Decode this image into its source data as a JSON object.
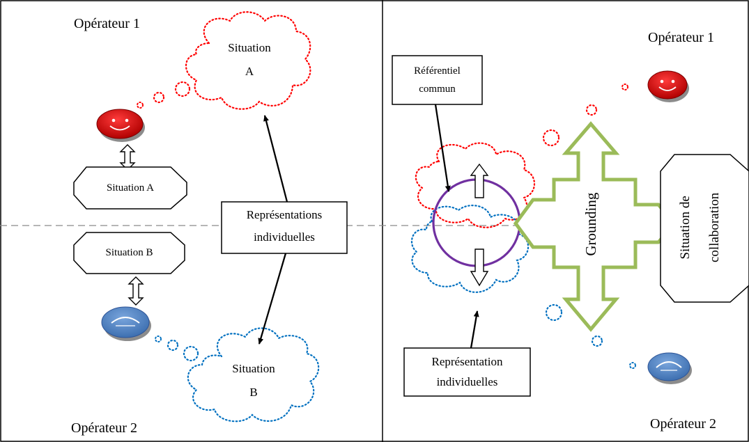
{
  "left_panel": {
    "operator_top": "Opérateur 1",
    "operator_bottom": "Opérateur 2",
    "cloud_top_line1": "Situation",
    "cloud_top_line2": "A",
    "cloud_bottom_line1": "Situation",
    "cloud_bottom_line2": "B",
    "octagon_a": "Situation A",
    "octagon_b": "Situation B",
    "representations_line1": "Représentations",
    "representations_line2": "individuelles"
  },
  "right_panel": {
    "operator_top": "Opérateur 1",
    "operator_bottom": "Opérateur 2",
    "referentiel_line1": "Référentiel",
    "referentiel_line2": "commun",
    "representation_line1": "Représentation",
    "representation_line2": "individuelles",
    "grounding": "Grounding",
    "collab_line1": "Situation de",
    "collab_line2": "collaboration"
  },
  "colors": {
    "operator1": "#c00000",
    "operator2": "#4f81bd",
    "cloud_red": "#ff0000",
    "cloud_blue": "#0070c0",
    "grounding_arrow": "#9bbb59",
    "common_circle": "#7030a0",
    "divider": "#808080"
  }
}
